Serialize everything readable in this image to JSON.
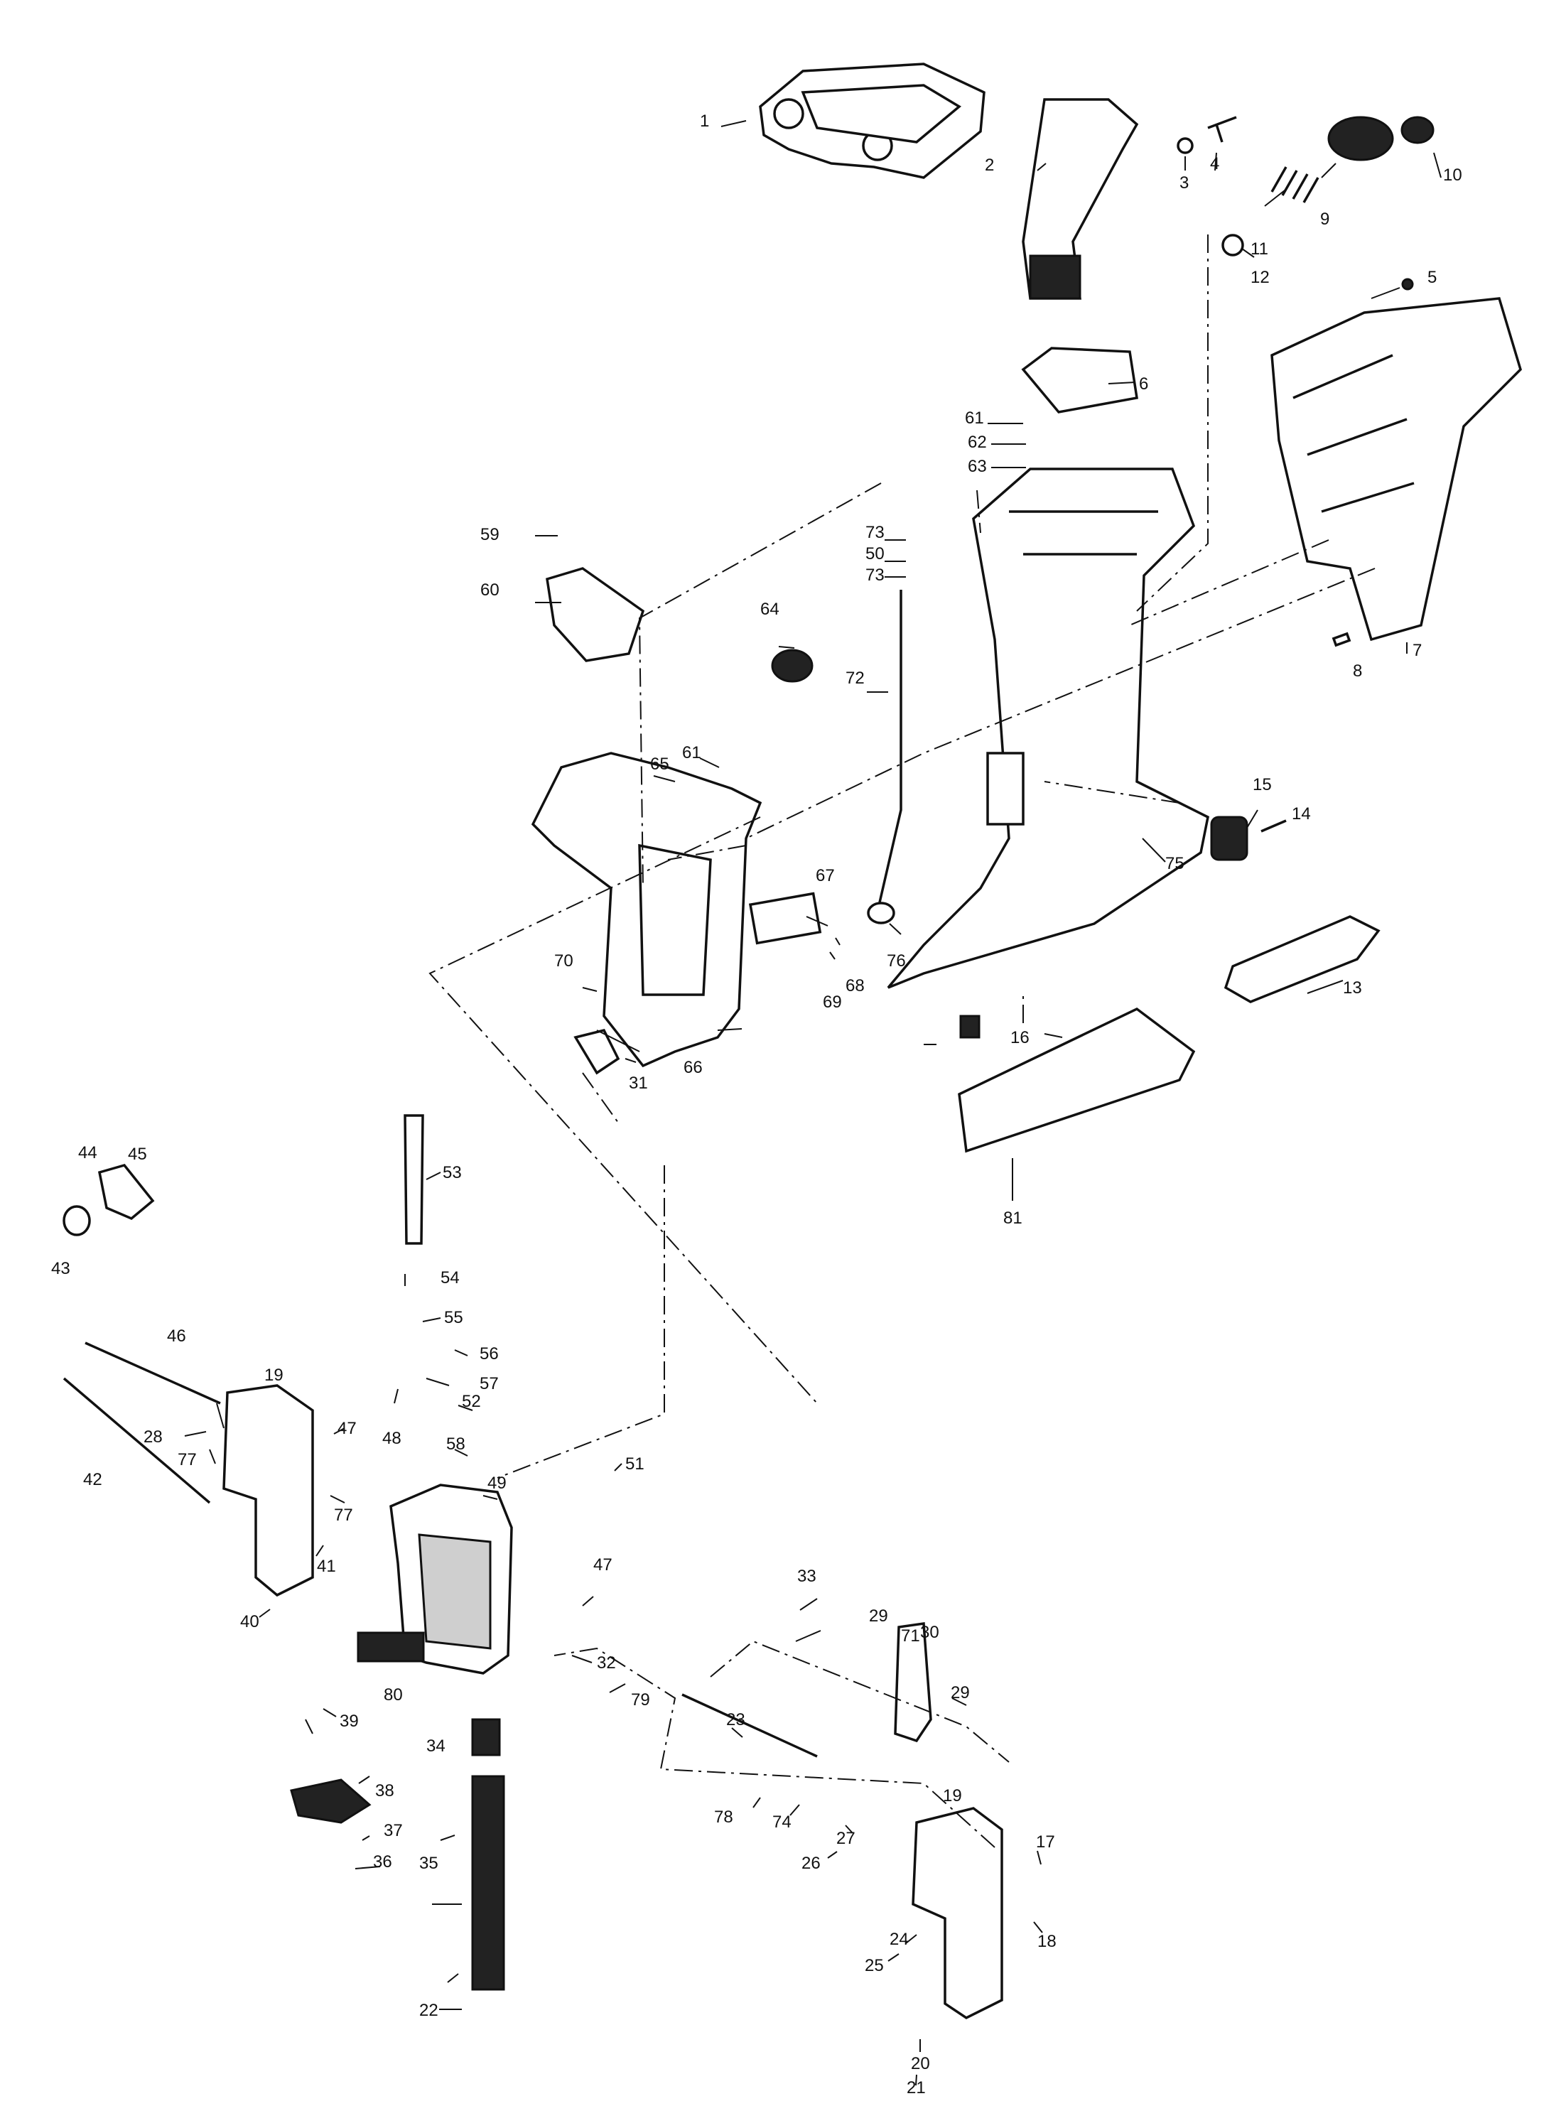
{
  "diagram": {
    "type": "exploded-parts-diagram",
    "line_color": "#111111",
    "background": "#ffffff",
    "labels": [
      "1",
      "2",
      "3",
      "4",
      "5",
      "6",
      "7",
      "8",
      "9",
      "10",
      "11",
      "12",
      "13",
      "14",
      "15",
      "16",
      "17",
      "18",
      "19",
      "19",
      "20",
      "21",
      "22",
      "23",
      "24",
      "25",
      "26",
      "27",
      "28",
      "29",
      "29",
      "30",
      "31",
      "32",
      "33",
      "34",
      "35",
      "36",
      "37",
      "38",
      "39",
      "40",
      "41",
      "42",
      "43",
      "44",
      "45",
      "46",
      "47",
      "47",
      "48",
      "49",
      "50",
      "51",
      "52",
      "53",
      "54",
      "55",
      "56",
      "57",
      "58",
      "59",
      "60",
      "61",
      "61",
      "62",
      "63",
      "64",
      "65",
      "66",
      "67",
      "68",
      "69",
      "70",
      "71",
      "72",
      "73",
      "73",
      "74",
      "75",
      "76",
      "77",
      "77",
      "78",
      "79",
      "80",
      "81"
    ],
    "decal_text": ""
  }
}
